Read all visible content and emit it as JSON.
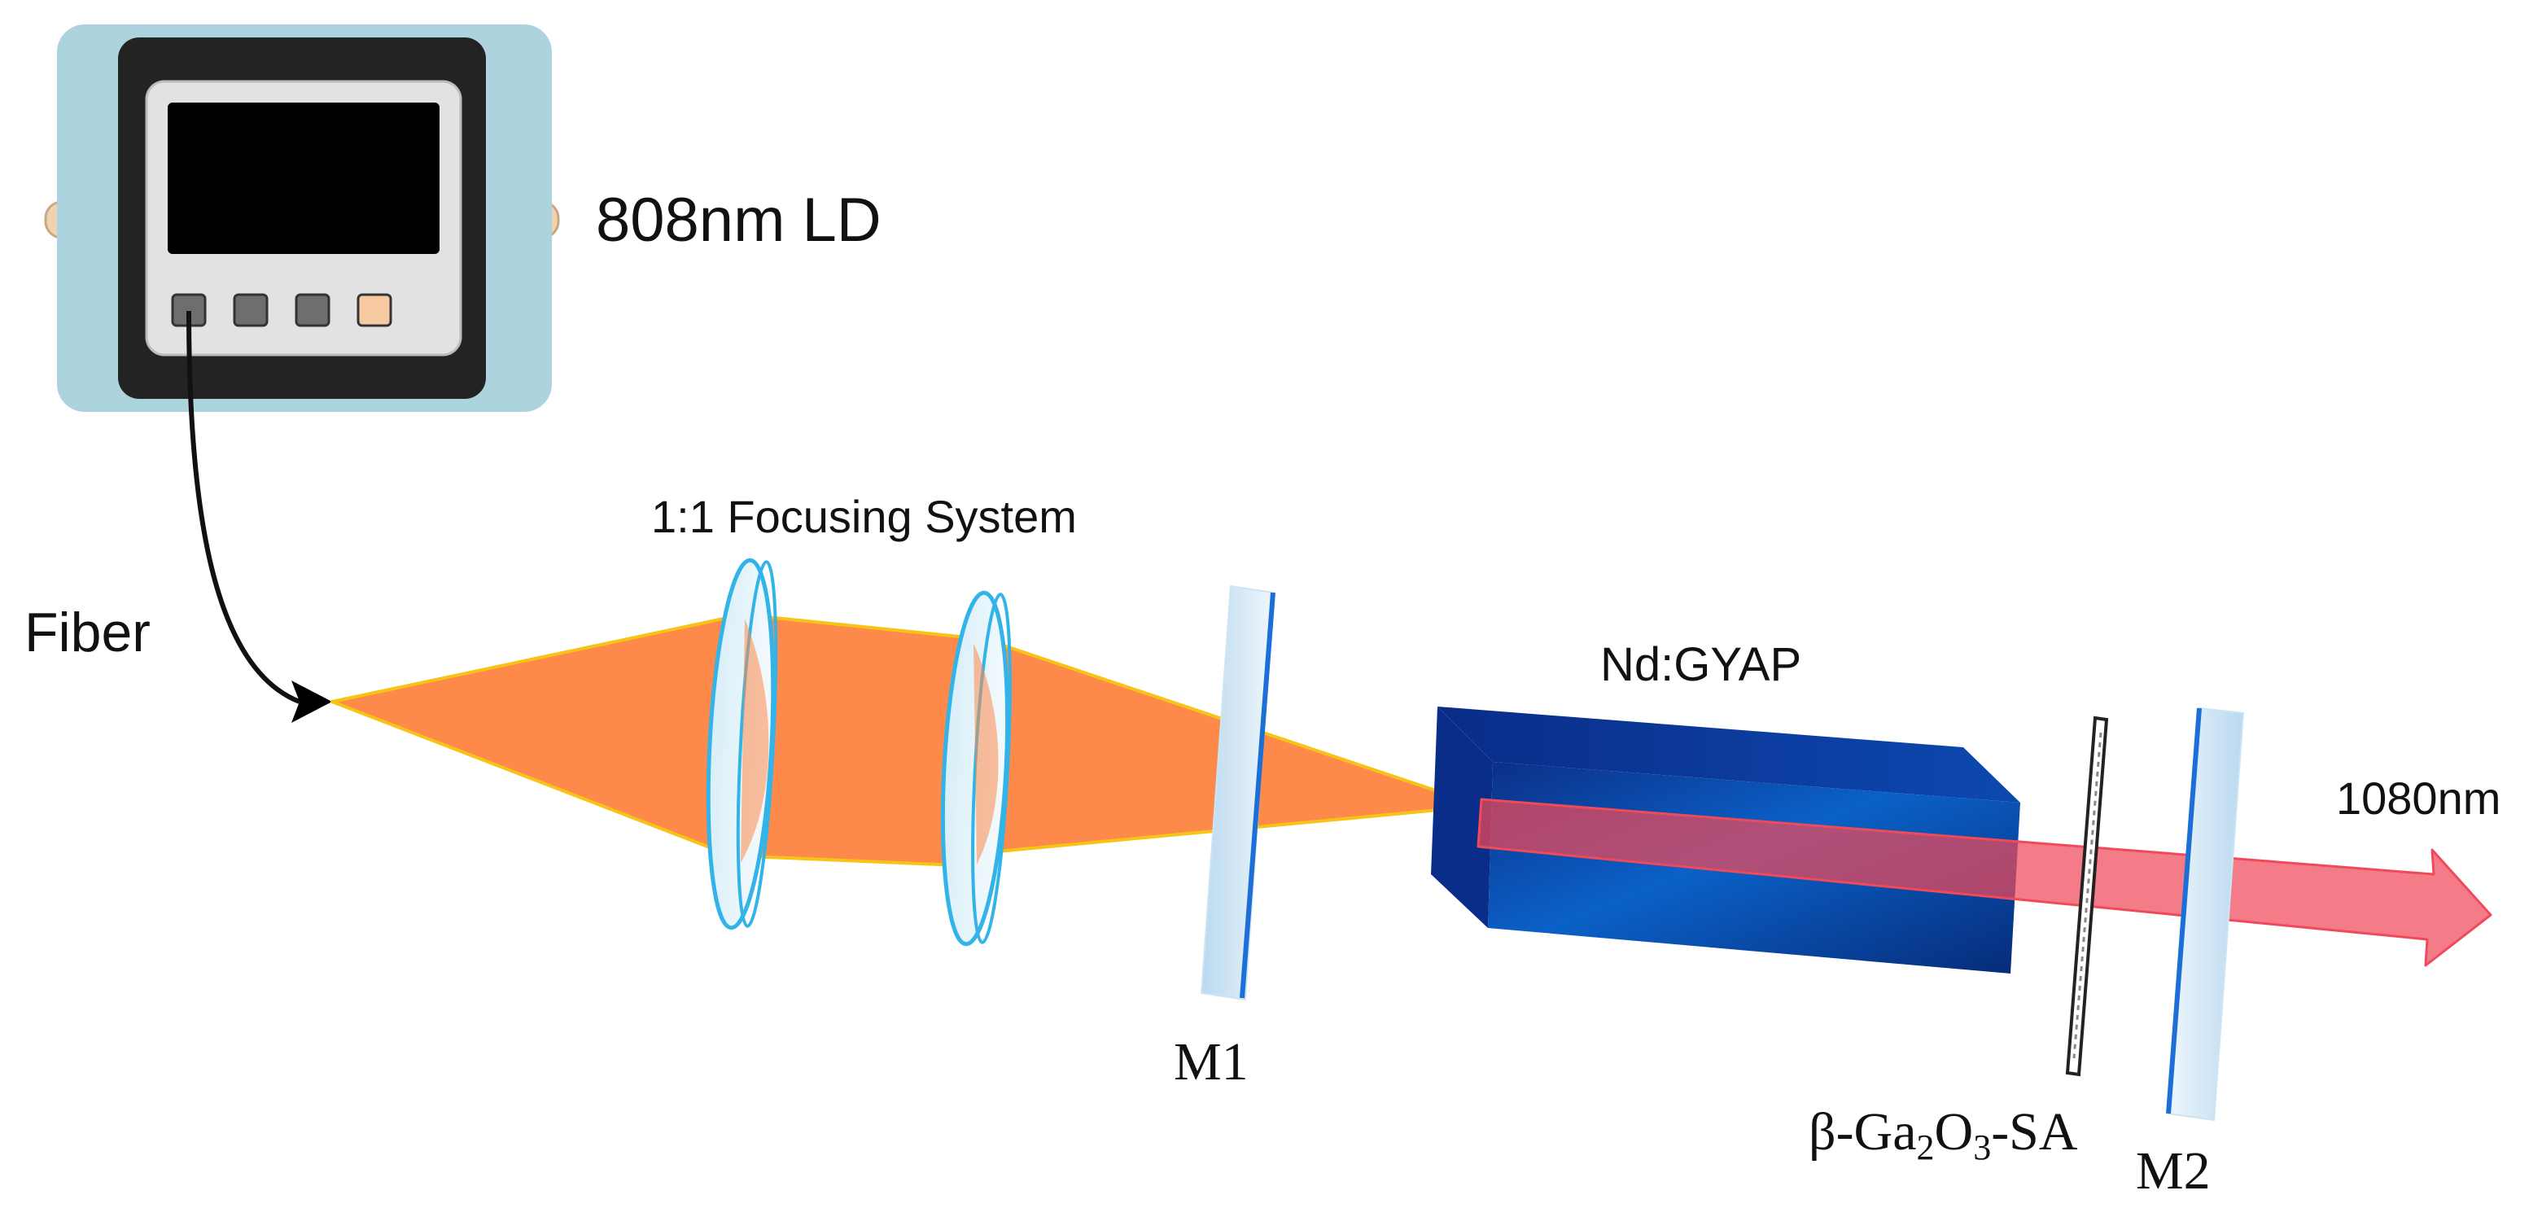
{
  "labels": {
    "source": "808nm LD",
    "fiber": "Fiber",
    "focusing_system": "1:1 Focusing System",
    "crystal": "Nd:GYAP",
    "m1": "M1",
    "m2": "M2",
    "sa_prefix": "β-Ga",
    "sa_sub1": "2",
    "sa_mid": "O",
    "sa_sub2": "3",
    "sa_suffix": "-SA",
    "output": "1080nm"
  },
  "colors": {
    "pump_beam": "#fd8a4a",
    "pump_beam_edge": "#f7c317",
    "laser_beam": "#f04a5a",
    "crystal_front": "#0a3f9c",
    "crystal_top": "#0b3aa0",
    "crystal_side": "#052a7a",
    "mirror_line": "#1b6fd6",
    "lens_edge": "#32b4e8",
    "device_frame": "#acd3de",
    "device_body": "#222222",
    "device_panel": "#e2e2e2",
    "screen": "#000000",
    "button_gray": "#6e6e6e",
    "button_accent": "#f7c9a0",
    "pipe": "#efd2b0"
  },
  "icons": {
    "device": "laser-diode-icon",
    "fiber_arrow": "arrow-icon"
  }
}
